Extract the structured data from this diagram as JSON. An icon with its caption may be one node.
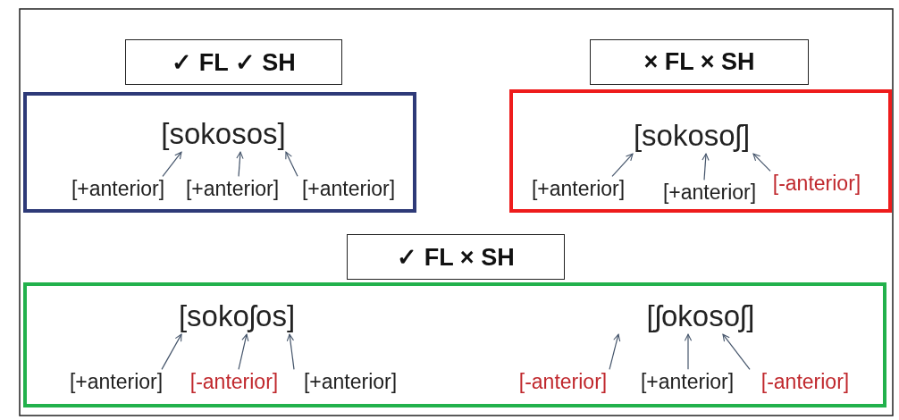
{
  "diagram": {
    "nodes": [
      {
        "text": [
          "✓ FL ✓ SH"
        ]
      },
      {
        "text": [],
        "shape": "box"
      },
      {
        "text": [
          "[sokosos]"
        ],
        "in": 1
      },
      {
        "text": [
          "[+anterior]"
        ],
        "in": 1
      },
      {
        "text": [
          "[+anterior]"
        ],
        "in": 1
      },
      {
        "text": [
          "[+anterior]"
        ],
        "in": 1
      },
      {
        "text": [
          "× FL × SH"
        ]
      },
      {
        "text": [],
        "shape": "box"
      },
      {
        "text": [
          "[sokosoʃ]"
        ],
        "in": 7
      },
      {
        "text": [
          "[+anterior]"
        ],
        "in": 7
      },
      {
        "text": [
          "[+anterior]"
        ],
        "in": 7
      },
      {
        "text": [
          "[-anterior]"
        ],
        "in": 7
      },
      {
        "text": [
          "✓ FL × SH"
        ]
      },
      {
        "text": [],
        "shape": "box"
      },
      {
        "text": [
          "[sokoʃos]"
        ],
        "in": 13
      },
      {
        "text": [
          "[ʃokosoʃ]"
        ],
        "in": 13
      },
      {
        "text": [
          "[+anterior]"
        ],
        "in": 13
      },
      {
        "text": [
          "[-anterior]"
        ],
        "in": 13
      },
      {
        "text": [
          "[+anterior]"
        ],
        "in": 13
      },
      {
        "text": [
          "[-anterior]"
        ],
        "in": 13
      },
      {
        "text": [
          "[+anterior]"
        ],
        "in": 13
      },
      {
        "text": [
          "[-anterior]"
        ],
        "in": 13
      }
    ],
    "edges": [
      {
        "from": 3,
        "to": 2,
        "arrow": "to"
      },
      {
        "from": 4,
        "to": 2,
        "arrow": "to"
      },
      {
        "from": 5,
        "to": 2,
        "arrow": "to"
      },
      {
        "from": 9,
        "to": 8,
        "arrow": "to"
      },
      {
        "from": 10,
        "to": 8,
        "arrow": "to"
      },
      {
        "from": 11,
        "to": 8,
        "arrow": "to"
      },
      {
        "from": 16,
        "to": 14,
        "arrow": "to"
      },
      {
        "from": 17,
        "to": 14,
        "arrow": "to"
      },
      {
        "from": 18,
        "to": 14,
        "arrow": "to"
      },
      {
        "from": 19,
        "to": 15,
        "arrow": "to"
      },
      {
        "from": 20,
        "to": 15,
        "arrow": "to"
      },
      {
        "from": 21,
        "to": 15,
        "arrow": "to"
      }
    ]
  }
}
